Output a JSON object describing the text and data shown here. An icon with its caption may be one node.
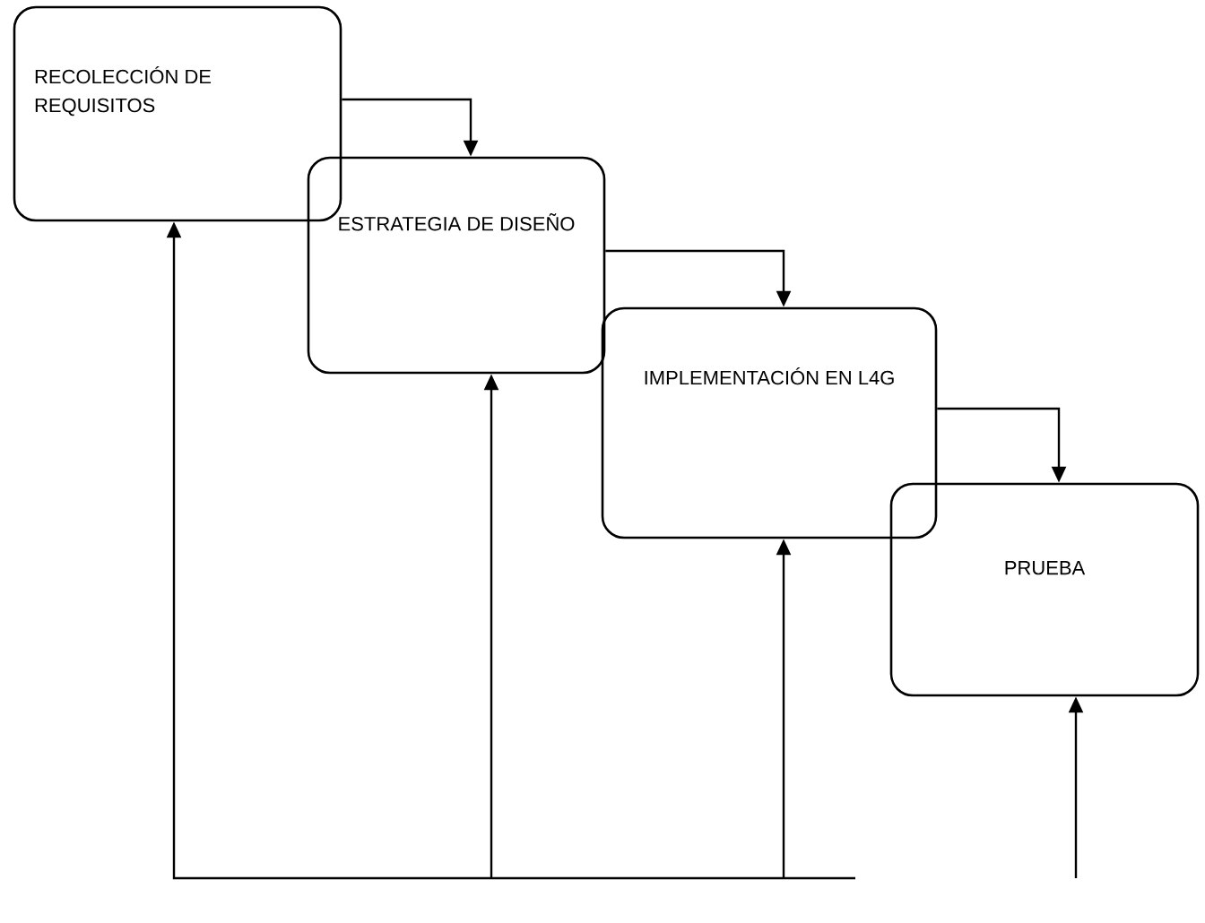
{
  "diagram": {
    "nodes": [
      {
        "text": [
          "RECOLECCIÓN DE REQUISITOS"
        ]
      },
      {
        "text": [
          "ESTRATEGIA DE DISEÑO"
        ]
      },
      {
        "text": [
          "IMPLEMENTACIÓN EN L4G"
        ]
      },
      {
        "text": [
          "PRUEBA"
        ]
      }
    ],
    "edges": [
      {
        "from": 0,
        "to": 1,
        "arrow": "to"
      },
      {
        "from": 1,
        "to": 2,
        "arrow": "to"
      },
      {
        "from": 2,
        "to": 3,
        "arrow": "to"
      },
      {
        "from": null,
        "to": 0,
        "arrow": "to"
      },
      {
        "from": null,
        "to": 1,
        "arrow": "to"
      },
      {
        "from": null,
        "to": 2,
        "arrow": "to"
      },
      {
        "from": null,
        "to": 3,
        "arrow": "to"
      }
    ]
  }
}
